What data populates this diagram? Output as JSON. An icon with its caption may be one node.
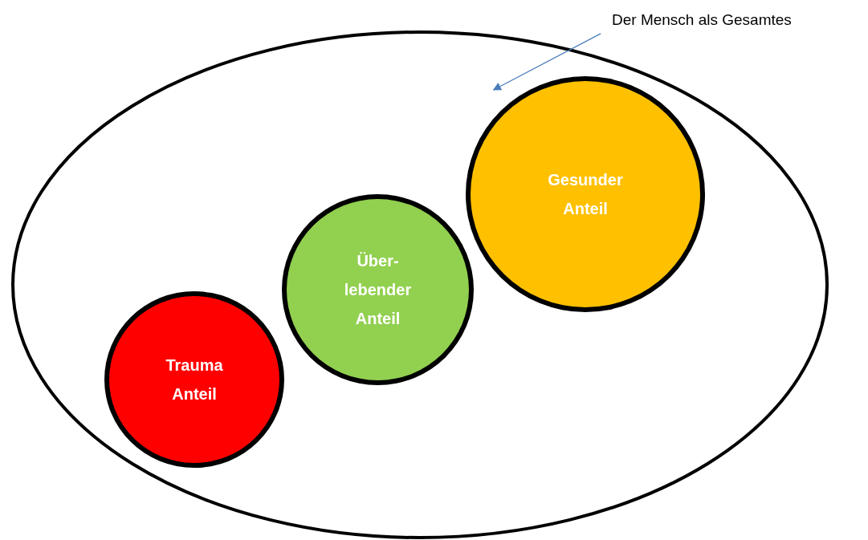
{
  "diagram": {
    "nodes": [
      {
        "text": [
          "Der Mensch als Gesamtes"
        ]
      },
      {
        "text": [],
        "shape": "ellipse"
      },
      {
        "text": [
          "Trauma Anteil"
        ],
        "in": 1
      },
      {
        "text": [
          "Über- lebender Anteil"
        ],
        "in": 1
      },
      {
        "text": [
          "Gesunder Anteil"
        ],
        "in": 1
      }
    ],
    "edges": [
      {
        "from": 0,
        "to": 1,
        "arrow": "to"
      }
    ]
  }
}
